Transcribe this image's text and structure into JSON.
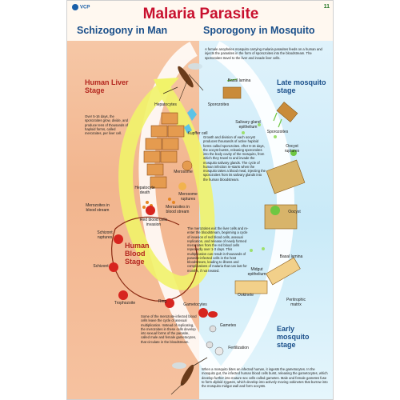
{
  "logo": "VCP",
  "plate_number": "11",
  "title": "Malaria Parasite",
  "subtitle_left": "Schizogony in Man",
  "subtitle_right": "Sporogony in Mosquito",
  "stages": {
    "liver": "Human Liver Stage",
    "blood": "Human Blood Stage",
    "late": "Late mosquito stage",
    "early": "Early mosquito stage"
  },
  "paragraphs": {
    "top_right": "A female anopheles mosquito carrying malaria parasites feeds on a human and injects the parasites in the form of sporozoites into the bloodstream. The sporozoites travel to the liver and invade liver cells.",
    "liver": "Over 5-16 days, the sporozoites grow, divide, and produce tens of thousands of haploid forms, called merozoites, per liver cell.",
    "mosquito_mid": "Growth and division of each oocyst produces thousands of active haploid forms called sporozoites. After 8-15 days, the oocyst bursts, releasing sporozoites into the body cavity of the mosquito, from which they travel to and invade the mosquito salivary glands. The cycle of human infection re-starts when the mosquito takes a blood meal, injecting the sporozoites from its salivary glands into the human bloodstream.",
    "blood_center": "The merozoites exit the liver cells and re-enter the bloodstream, beginning a cycle of invasion of red blood cells, asexual replication, and release of newly formed merozoites from the red blood cells repeatedly over 1-3 days. This multiplication can result in thousands of parasite-infected cells in the host bloodstream, leading to illness and complications of malaria that can last for months, if not treated.",
    "gametocyte": "Some of the merozoite-infected blood cells leave the cycle of asexual multiplication. Instead of replicating, the merozoites in these cells develop into sexual forms of the parasite, called male and female gametocytes, that circulate in the bloodstream.",
    "bottom": "When a mosquito bites an infected human, it ingests the gametocytes. In the mosquito gut, the infected human blood cells burst, releasing the gametocytes, which develop further into mature sex cells called gametes. Male and female gametes fuse to form diploid zygotes, which develop into actively moving ookinetes that burrow into the mosquito midgut wall and form oocysts."
  },
  "labels": {
    "hepatocytes": "Hepatocytes",
    "kupffer": "Kupffer cell",
    "merosome": "Merosome",
    "merosome_ruptures": "Merosome ruptures",
    "hepatocyte_death": "Hepatocyte death",
    "merozoites_stream_left": "Merozoites in blood stream",
    "merozoites_stream_mid": "Merozoites in blood stream",
    "rbc_invasion": "Red blood cells invasion",
    "schizont_ruptures": "Schizont ruptures",
    "schizont": "Schizont",
    "trophozoite": "Trophozoite",
    "ring": "Ring",
    "gametocytes": "Gametocytes",
    "gametes": "Gametes",
    "fertilization": "Fertilization",
    "ookinete": "Ookinete",
    "midgut": "Midgut epithelium",
    "peritrophic": "Peritrophic matrix",
    "basal_lamina_low": "Basal lamina",
    "basal_lamina_top": "Basal lamina",
    "oocyst": "Oocyst",
    "oocyst_ruptures": "Oocyst ruptures",
    "sporozoites_top": "Sporozoites",
    "sporozoites_mid": "Sporozoites",
    "salivary": "Salivary gland epithelium"
  },
  "colors": {
    "title": "#c8102e",
    "subtitle": "#1a4f8a",
    "stage_human": "#b3261e",
    "stage_mosquito": "#1a4f8a",
    "human_bg": "#f4bd98",
    "mosquito_bg": "#d2eef9",
    "cycle_arrow_human": "#f1f36a",
    "rbc": "#d7251f",
    "hepatocyte": "#e59b4f"
  }
}
